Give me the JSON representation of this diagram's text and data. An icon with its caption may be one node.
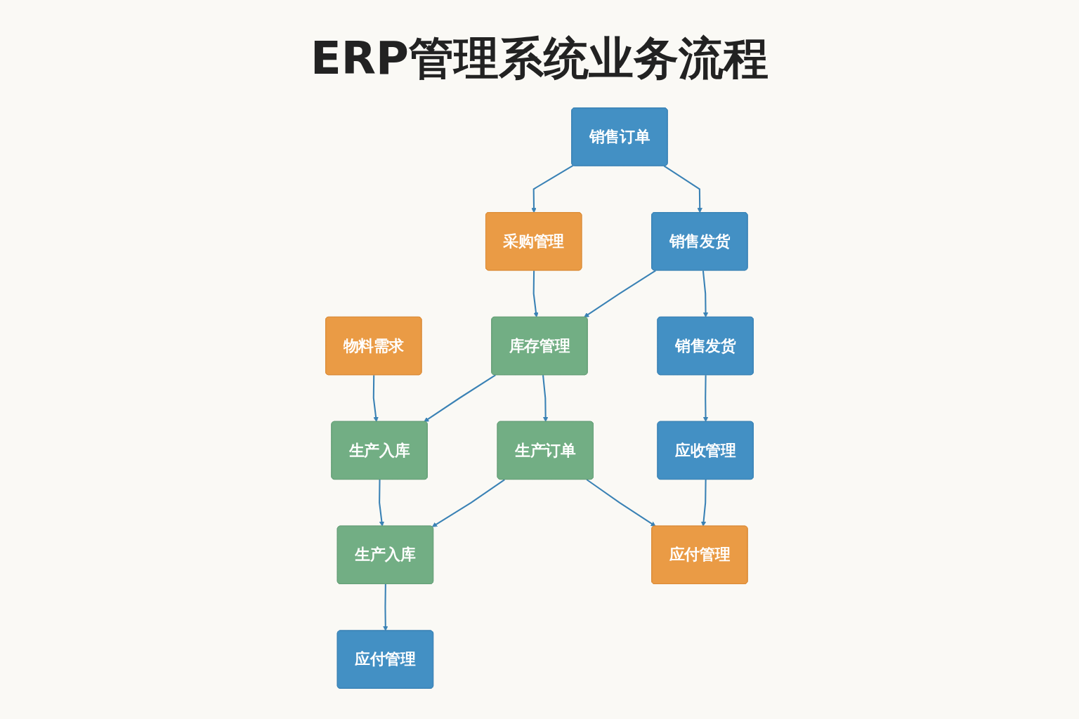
{
  "diagram": {
    "title": "ERP管理系统业务流程",
    "nodes": [
      {
        "text": [
          "销售订单"
        ]
      },
      {
        "text": [
          "采购管理"
        ]
      },
      {
        "text": [
          "物料需求"
        ]
      },
      {
        "text": [
          "销售发货"
        ]
      },
      {
        "text": [
          "库存管理"
        ]
      },
      {
        "text": [
          "生产入库"
        ]
      },
      {
        "text": [
          "销售发货"
        ]
      },
      {
        "text": [
          "生产订单"
        ]
      },
      {
        "text": [
          "生产入库"
        ]
      },
      {
        "text": [
          "应收管理"
        ]
      },
      {
        "text": [
          "应付管理"
        ]
      },
      {
        "text": [
          "应付管理"
        ]
      }
    ],
    "edges": [
      {
        "from": 0,
        "to": 1,
        "arrow": "to"
      },
      {
        "from": 0,
        "to": 3,
        "arrow": "to"
      },
      {
        "from": 1,
        "to": 4,
        "arrow": "to"
      },
      {
        "from": 2,
        "to": 5,
        "arrow": "to"
      },
      {
        "from": 3,
        "to": 4,
        "arrow": "to"
      },
      {
        "from": 4,
        "to": 5,
        "arrow": "to"
      },
      {
        "from": 3,
        "to": 6,
        "arrow": "to"
      },
      {
        "from": 4,
        "to": 7,
        "arrow": "to"
      },
      {
        "from": 5,
        "to": 8,
        "arrow": "to"
      },
      {
        "from": 7,
        "to": 8,
        "arrow": "to"
      },
      {
        "from": 6,
        "to": 9,
        "arrow": "to"
      },
      {
        "from": 7,
        "to": 10,
        "arrow": "to"
      },
      {
        "from": 8,
        "to": 11,
        "arrow": "to"
      },
      {
        "from": 9,
        "to": 10,
        "arrow": "to"
      }
    ]
  }
}
